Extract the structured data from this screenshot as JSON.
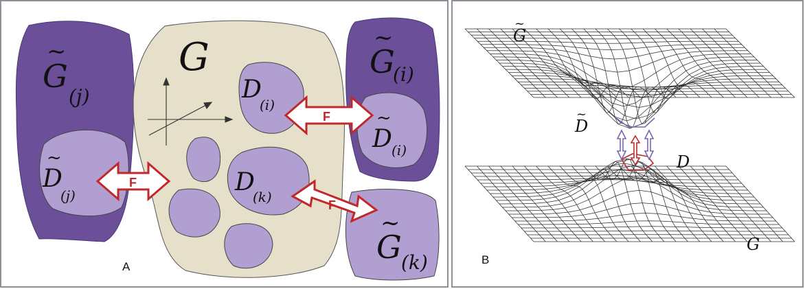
{
  "panel_a": {
    "letter": "A",
    "region_g": "G",
    "region_g_tilde_j": {
      "tilde": "~",
      "base": "G",
      "sub": "(j)"
    },
    "region_g_tilde_i": {
      "tilde": "~",
      "base": "G",
      "sub": "(i)"
    },
    "region_g_tilde_k": {
      "tilde": "~",
      "base": "G",
      "sub": "(k)"
    },
    "region_d_i": {
      "base": "D",
      "sub": "(i)"
    },
    "region_d_k": {
      "base": "D",
      "sub": "(k)"
    },
    "region_d_tilde_j": {
      "tilde": "~",
      "base": "D",
      "sub": "(j)"
    },
    "region_d_tilde_i": {
      "tilde": "~",
      "base": "D",
      "sub": "(i)"
    },
    "arrow_label": "F",
    "colors": {
      "dark_purple": "#6b4f98",
      "light_purple": "#b09fd0",
      "beige": "#e6dfc9",
      "arrow_red": "#c0282a"
    }
  },
  "panel_b": {
    "letter": "B",
    "label_g_tilde": {
      "tilde": "~",
      "base": "G"
    },
    "label_g": "G",
    "label_d_tilde": {
      "tilde": "~",
      "base": "D"
    },
    "label_d": "D",
    "colors": {
      "mesh": "#2d2d2d",
      "arrow_purple": "#7a66b0",
      "arrow_red": "#c0282a"
    }
  }
}
